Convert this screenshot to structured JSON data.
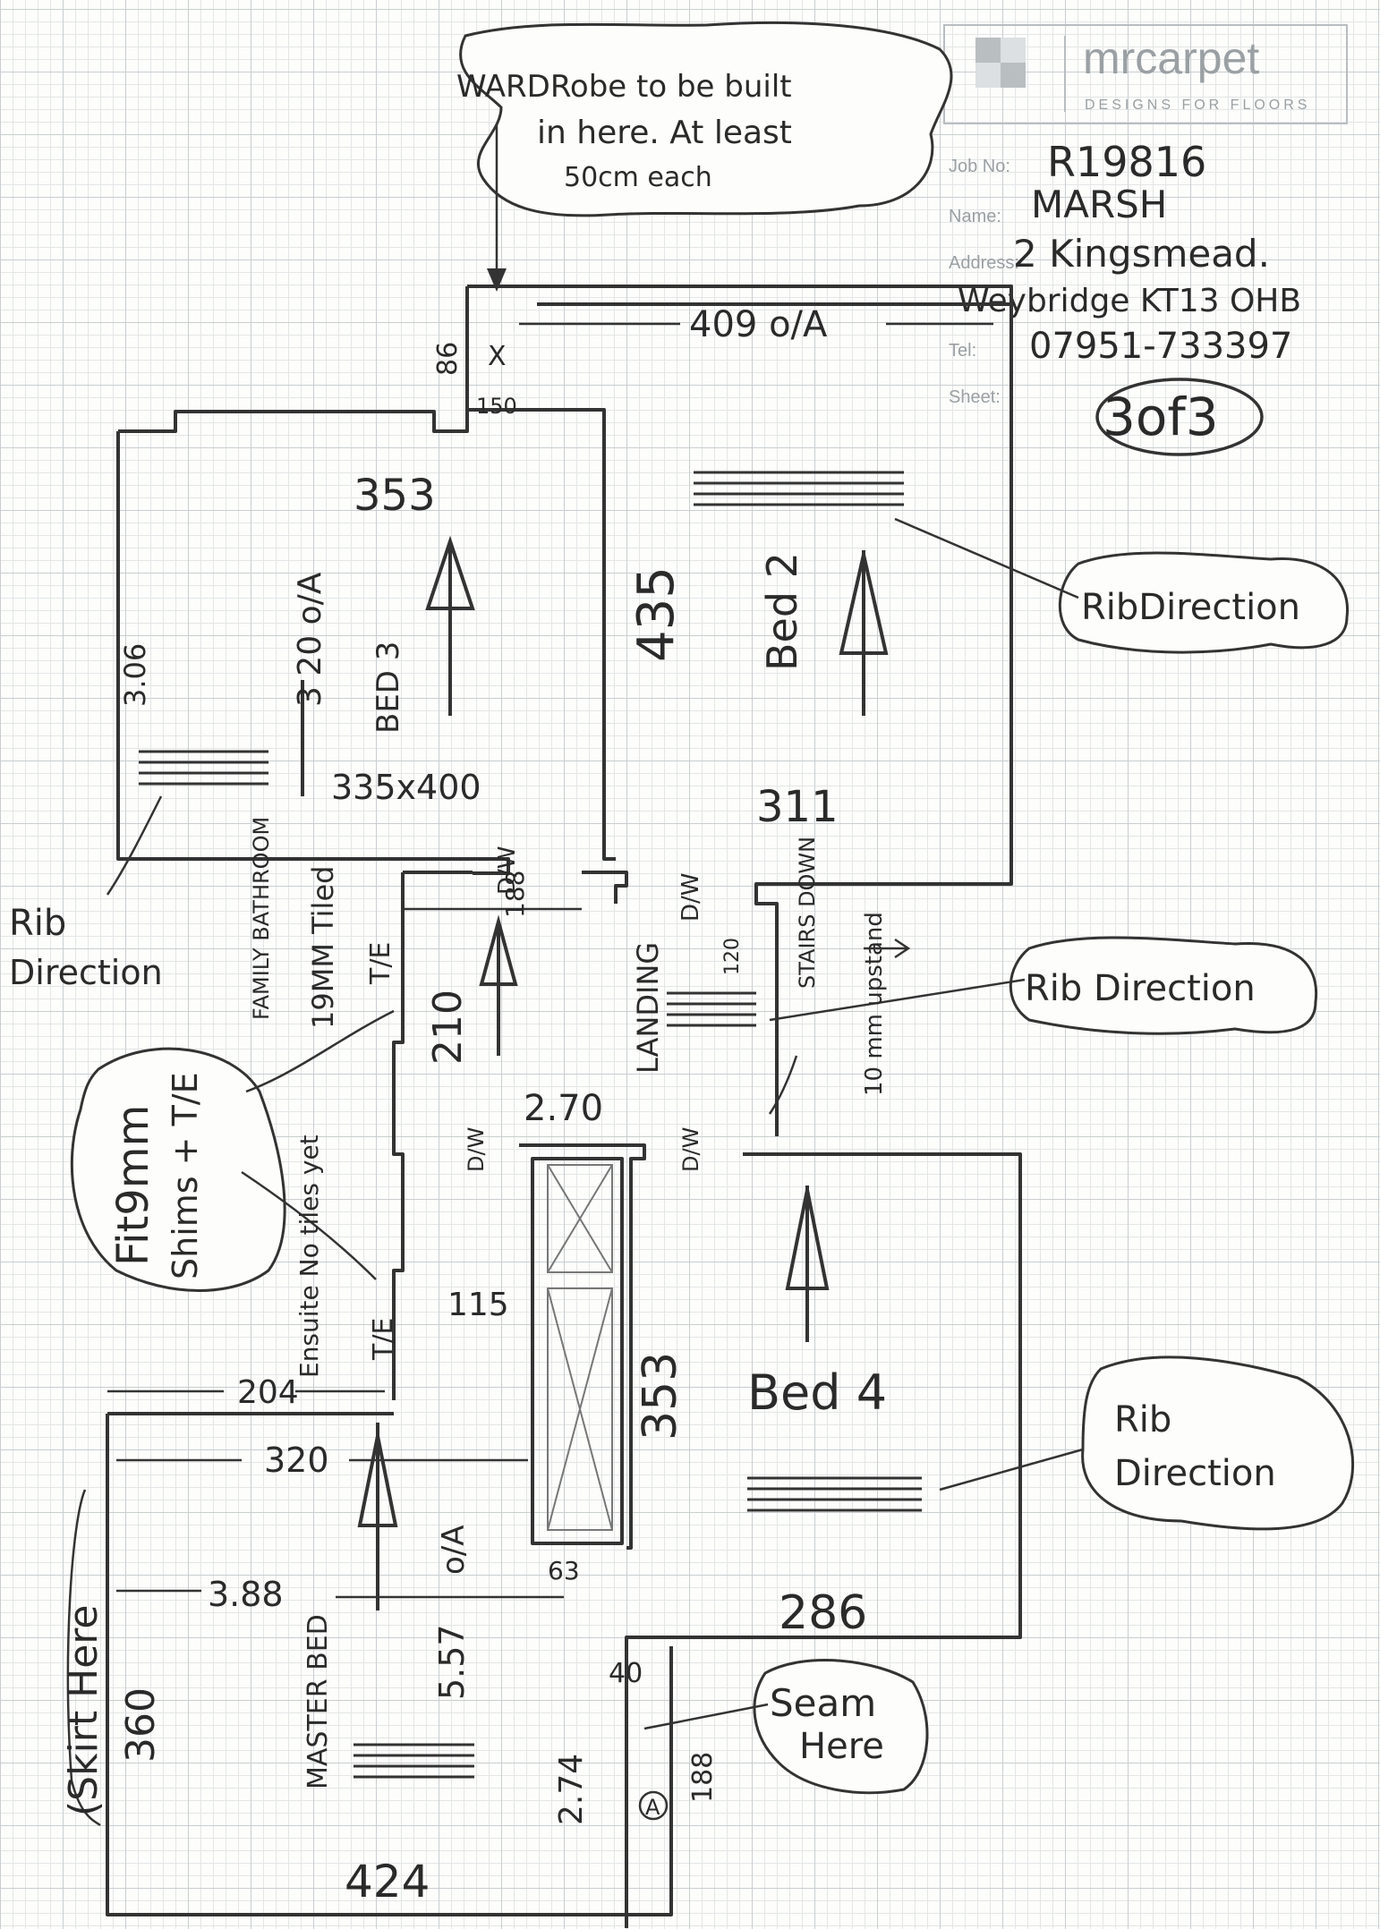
{
  "title_block": {
    "brand": "mrcarpet",
    "tagline": "DESIGNS FOR FLOORS",
    "labels": {
      "job_no": "Job No:",
      "name": "Name:",
      "address": "Address:",
      "tel": "Tel:",
      "sheet": "Sheet:"
    },
    "job_no": "R19816",
    "name": "MARSH",
    "address_line1": "2 Kingsmead.",
    "address_line2": "Weybridge KT13 OHB",
    "tel": "07951-733397",
    "sheet": "3of3"
  },
  "notes": {
    "wardrobe": [
      "WARDRobe to be built",
      "in here. At least",
      "50cm each"
    ],
    "rib_bed2": "RibDirection",
    "rib_landing": "Rib Direction",
    "rib_bed4": [
      "Rib",
      "Direction"
    ],
    "rib_bed3": [
      "Rib",
      "Direction"
    ],
    "fit_shims": [
      "Fit9mm",
      "Shims + T/E"
    ],
    "seam": [
      "Seam",
      "Here"
    ],
    "skirt": "(Skirt Here"
  },
  "rooms": {
    "bed3": {
      "name": "BED 3",
      "dim_top": "353",
      "dim_left": "3.06",
      "dim_oa": "3 20 o/A",
      "size": "335x400"
    },
    "bed2": {
      "name": "Bed 2",
      "dim_top": "409 o/A",
      "dim_left": "435",
      "dim_bottom": "311"
    },
    "landing": {
      "name": "LANDING",
      "stairs": "STAIRS DOWN",
      "upstand": "10 mm upstand",
      "dim_188": "188",
      "dim_210": "210",
      "dim_270": "2.70",
      "dim_120": "120"
    },
    "family_bathroom": {
      "name": "FAMILY BATHROOM",
      "tiles": "19MM Tiled",
      "te": "T/E"
    },
    "ensuite": {
      "name": "Ensuite No tiles yet",
      "te": "T/E",
      "dim_115": "115"
    },
    "bed4": {
      "name": "Bed 4",
      "dim_left": "353",
      "dim_bottom": "286"
    },
    "master": {
      "name": "MASTER BED",
      "dim_204": "204",
      "dim_320": "320",
      "dim_oa": "o/A",
      "dim_388": "3.88",
      "dim_557": "5.57",
      "dim_360": "360",
      "dim_274": "2.74",
      "dim_424": "424",
      "dim_63": "63",
      "dim_40": "40",
      "dim_188b": "188",
      "marker": "A"
    }
  },
  "misc": {
    "dw": "D/W",
    "dim_86": "86",
    "dim_150": "150",
    "dim_x": "X"
  }
}
